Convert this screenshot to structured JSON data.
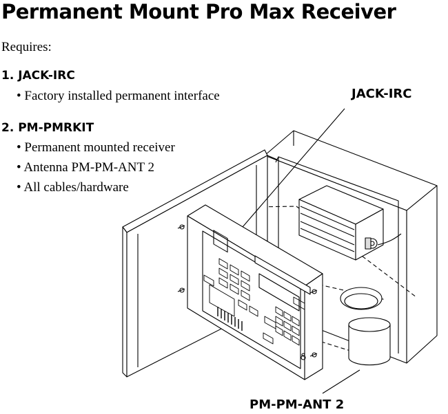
{
  "title": "Permanent Mount Pro Max Receiver",
  "requires_label": "Requires:",
  "items": [
    {
      "heading": "1. JACK-IRC",
      "bullets": [
        "• Factory installed permanent interface"
      ]
    },
    {
      "heading": "2. PM-PMRKIT",
      "bullets": [
        "• Permanent mounted receiver",
        "• Antenna PM-PM-ANT 2",
        "• All cables/hardware"
      ]
    }
  ],
  "callouts": {
    "jack": "JACK-IRC",
    "antenna": "PM-PM-ANT 2"
  }
}
